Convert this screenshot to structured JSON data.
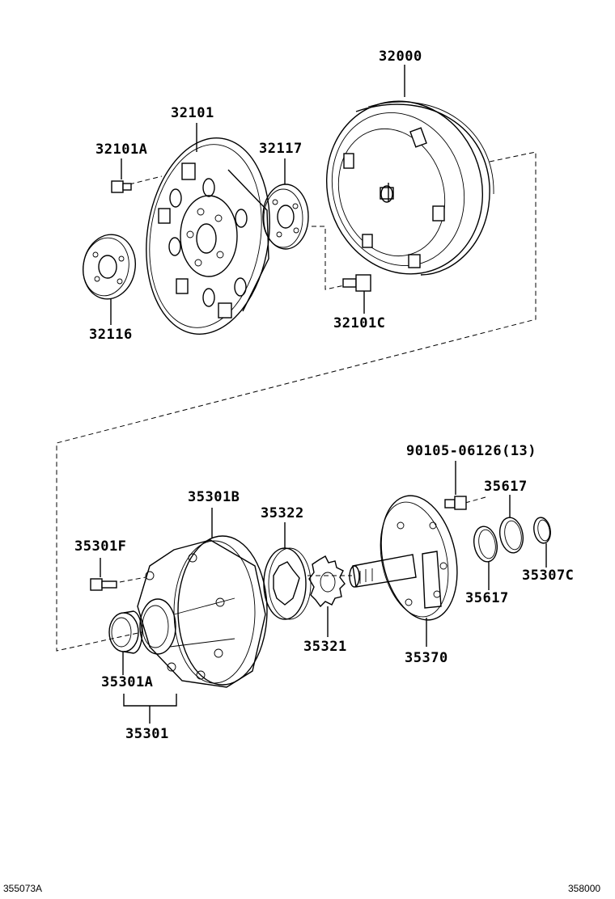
{
  "labels": {
    "p32000": "32000",
    "p32101": "32101",
    "p32101A": "32101A",
    "p32117": "32117",
    "p32116": "32116",
    "p32101C": "32101C",
    "p90105": "90105-06126(13)",
    "p35617a": "35617",
    "p35301B": "35301B",
    "p35322": "35322",
    "p35301F": "35301F",
    "p35307C": "35307C",
    "p35617b": "35617",
    "p35321": "35321",
    "p35370": "35370",
    "p35301A": "35301A",
    "p35301": "35301"
  },
  "footer": {
    "left_code": "355073A",
    "right_code": "358000"
  }
}
